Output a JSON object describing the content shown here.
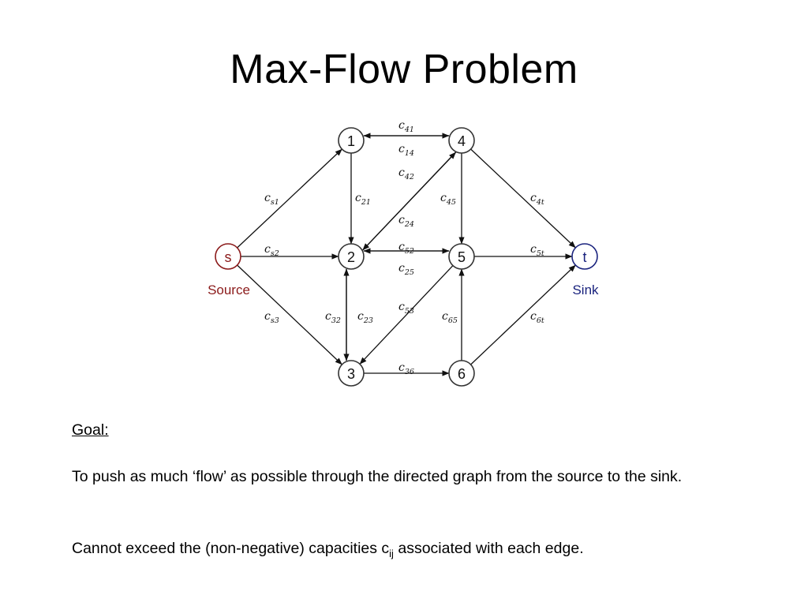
{
  "slide": {
    "title": "Max-Flow Problem",
    "goal_heading": "Goal:",
    "paragraph1": "To push as much ‘flow’ as possible through the directed graph from the source to the sink.",
    "paragraph2_before": "Cannot exceed the (non-negative) capacities c",
    "paragraph2_sub": "ij",
    "paragraph2_after": " associated with each edge."
  },
  "graph": {
    "colors": {
      "source": "#8b1a1a",
      "sink": "#1a237e",
      "default": "#333333"
    },
    "source_label": "Source",
    "sink_label": "Sink",
    "nodes": [
      {
        "id": "s",
        "label": "s"
      },
      {
        "id": "1",
        "label": "1"
      },
      {
        "id": "2",
        "label": "2"
      },
      {
        "id": "3",
        "label": "3"
      },
      {
        "id": "4",
        "label": "4"
      },
      {
        "id": "5",
        "label": "5"
      },
      {
        "id": "6",
        "label": "6"
      },
      {
        "id": "t",
        "label": "t"
      }
    ],
    "edges": [
      {
        "from": "s",
        "to": "1",
        "base": "c",
        "sub": "s1"
      },
      {
        "from": "s",
        "to": "2",
        "base": "c",
        "sub": "s2"
      },
      {
        "from": "s",
        "to": "3",
        "base": "c",
        "sub": "s3"
      },
      {
        "from": "4",
        "to": "1",
        "base": "c",
        "sub": "41"
      },
      {
        "from": "1",
        "to": "4",
        "base": "c",
        "sub": "14"
      },
      {
        "from": "1",
        "to": "2",
        "base": "c",
        "sub": "21"
      },
      {
        "from": "4",
        "to": "2",
        "base": "c",
        "sub": "42"
      },
      {
        "from": "2",
        "to": "4",
        "base": "c",
        "sub": "24"
      },
      {
        "from": "4",
        "to": "5",
        "base": "c",
        "sub": "45"
      },
      {
        "from": "4",
        "to": "t",
        "base": "c",
        "sub": "4t"
      },
      {
        "from": "5",
        "to": "2",
        "base": "c",
        "sub": "52"
      },
      {
        "from": "2",
        "to": "5",
        "base": "c",
        "sub": "25"
      },
      {
        "from": "5",
        "to": "t",
        "base": "c",
        "sub": "5t"
      },
      {
        "from": "3",
        "to": "2",
        "base": "c",
        "sub": "32"
      },
      {
        "from": "2",
        "to": "3",
        "base": "c",
        "sub": "23"
      },
      {
        "from": "5",
        "to": "3",
        "base": "c",
        "sub": "53"
      },
      {
        "from": "6",
        "to": "5",
        "base": "c",
        "sub": "65"
      },
      {
        "from": "3",
        "to": "6",
        "base": "c",
        "sub": "36"
      },
      {
        "from": "6",
        "to": "t",
        "base": "c",
        "sub": "6t"
      }
    ]
  }
}
